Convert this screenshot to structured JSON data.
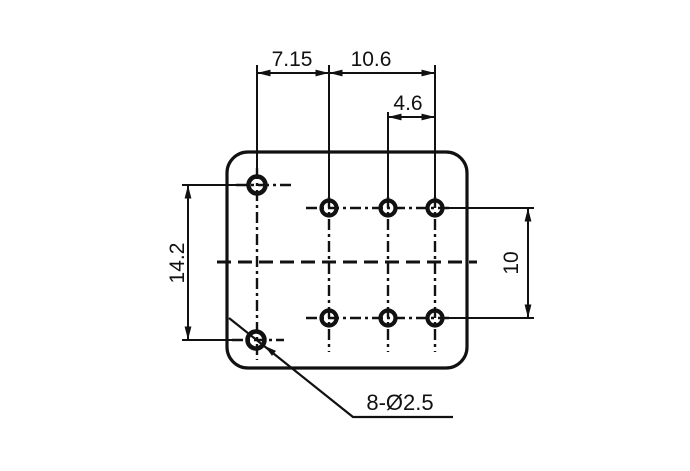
{
  "drawing": {
    "dimensions": {
      "top_left": "7.15",
      "top_right": "10.6",
      "top_inner": "4.6",
      "left_vertical": "14.2",
      "right_vertical": "10",
      "hole_callout": "8-Ø2.5"
    },
    "colors": {
      "line": "#111111",
      "background": "#ffffff"
    }
  }
}
